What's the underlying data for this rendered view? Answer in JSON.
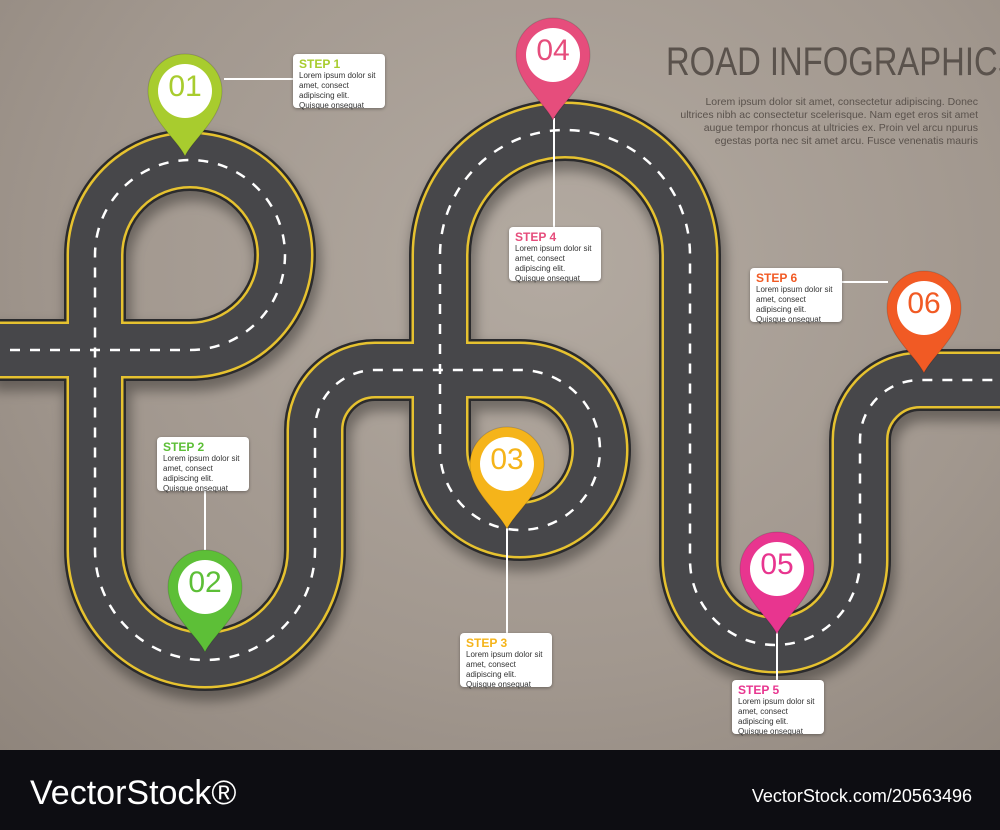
{
  "header": {
    "title": "ROAD INFOGRAPHICS",
    "description": "Lorem ipsum dolor sit amet, consectetur adipiscing. Donec ultrices nibh ac consectetur scelerisque. Nam eget eros sit amet augue tempor rhoncus at ultricies ex. Proin vel arcu npurus egestas porta nec sit amet arcu. Fusce venenatis mauris"
  },
  "steps": [
    {
      "number": "01",
      "label": "STEP 1",
      "text": "Lorem ipsum dolor sit amet, consect adipiscing elit. Quisque onsequat",
      "color": "#a8cc2e"
    },
    {
      "number": "02",
      "label": "STEP 2",
      "text": "Lorem ipsum dolor sit amet, consect adipiscing elit. Quisque onsequat",
      "color": "#5dbf37"
    },
    {
      "number": "03",
      "label": "STEP 3",
      "text": "Lorem ipsum dolor sit amet, consect adipiscing elit. Quisque onsequat",
      "color": "#f5b41a"
    },
    {
      "number": "04",
      "label": "STEP 4",
      "text": "Lorem ipsum dolor sit amet, consect adipiscing elit. Quisque onsequat",
      "color": "#e64d7c"
    },
    {
      "number": "05",
      "label": "STEP 5",
      "text": "Lorem ipsum dolor sit amet, consect adipiscing elit. Quisque onsequat",
      "color": "#e8358f"
    },
    {
      "number": "06",
      "label": "STEP 6",
      "text": "Lorem ipsum dolor sit amet, consect adipiscing elit. Quisque onsequat",
      "color": "#f15a24"
    }
  ],
  "footer": {
    "logo": "VectorStock®",
    "reference": "VectorStock.com/20563496"
  }
}
